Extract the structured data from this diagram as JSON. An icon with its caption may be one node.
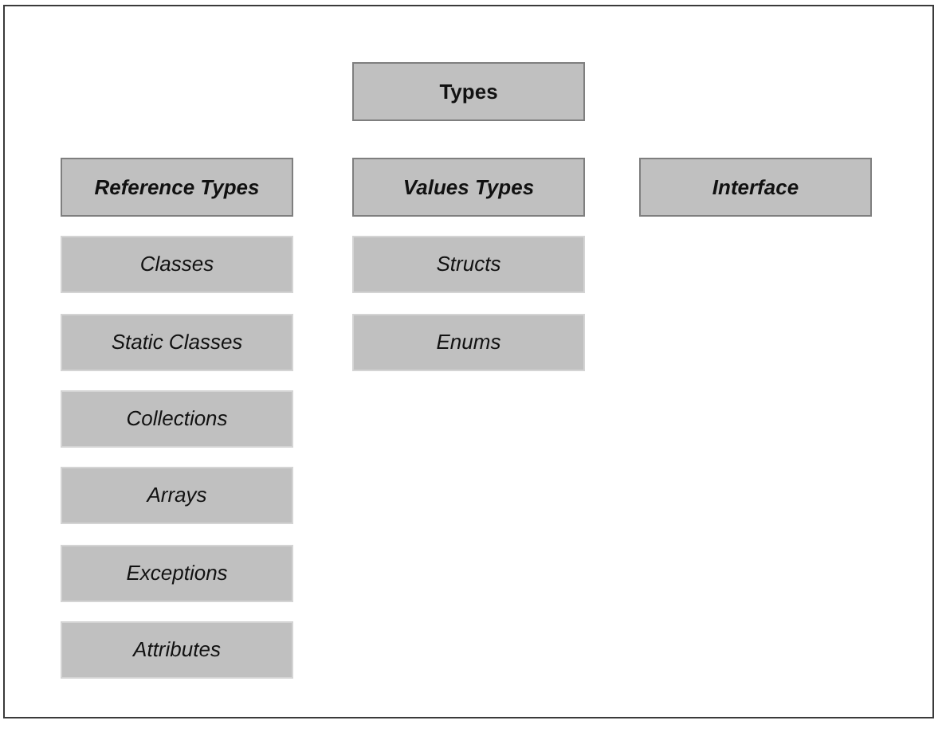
{
  "diagram": {
    "nodes": [
      {
        "text": [
          "Types"
        ]
      },
      {
        "text": [
          "Reference Types"
        ]
      },
      {
        "text": [
          "Values Types"
        ]
      },
      {
        "text": [
          "Interface"
        ]
      },
      {
        "text": [
          "Classes"
        ]
      },
      {
        "text": [
          "Structs"
        ]
      },
      {
        "text": [
          "Static Classes"
        ]
      },
      {
        "text": [
          "Enums"
        ]
      },
      {
        "text": [
          "Collections"
        ]
      },
      {
        "text": [
          "Arrays"
        ]
      },
      {
        "text": [
          "Exceptions"
        ]
      },
      {
        "text": [
          "Attributes"
        ]
      }
    ]
  }
}
